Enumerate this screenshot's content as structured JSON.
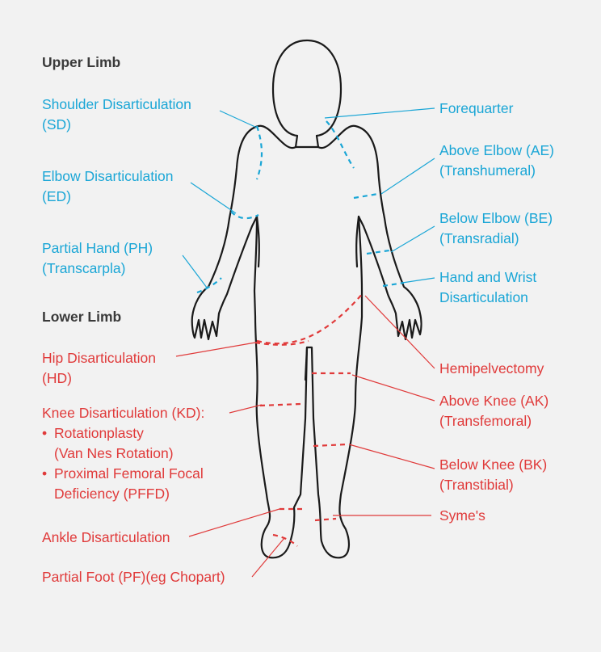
{
  "headings": {
    "upper": "Upper Limb",
    "lower": "Lower Limb"
  },
  "colors": {
    "upper": "#1aa6d6",
    "lower": "#e03a3a",
    "outline": "#1a1a1a",
    "background": "#f2f2f2"
  },
  "upper_limb": {
    "shoulder": {
      "line1": "Shoulder Disarticulation",
      "line2": "(SD)"
    },
    "elbow": {
      "line1": "Elbow Disarticulation",
      "line2": "(ED)"
    },
    "partial_hand": {
      "line1": "Partial Hand (PH)",
      "line2": "(Transcarpla)"
    },
    "forequarter": {
      "line1": "Forequarter"
    },
    "above_elbow": {
      "line1": "Above Elbow (AE)",
      "line2": "(Transhumeral)"
    },
    "below_elbow": {
      "line1": "Below Elbow (BE)",
      "line2": "(Transradial)"
    },
    "hand_wrist": {
      "line1": "Hand and Wrist",
      "line2": "Disarticulation"
    }
  },
  "lower_limb": {
    "hip": {
      "line1": "Hip Disarticulation",
      "line2": "(HD)"
    },
    "knee": {
      "line1": "Knee Disarticulation (KD):",
      "b1_line1": "Rotationplasty",
      "b1_line2": "(Van Nes Rotation)",
      "b2_line1": "Proximal Femoral Focal",
      "b2_line2": "Deficiency (PFFD)"
    },
    "ankle": {
      "line1": "Ankle Disarticulation"
    },
    "partial_foot": {
      "line1": "Partial Foot (PF)(eg Chopart)"
    },
    "hemipelvectomy": {
      "line1": "Hemipelvectomy"
    },
    "above_knee": {
      "line1": "Above Knee (AK)",
      "line2": "(Transfemoral)"
    },
    "below_knee": {
      "line1": "Below Knee (BK)",
      "line2": "(Transtibial)"
    },
    "symes": {
      "line1": "Syme's"
    }
  }
}
